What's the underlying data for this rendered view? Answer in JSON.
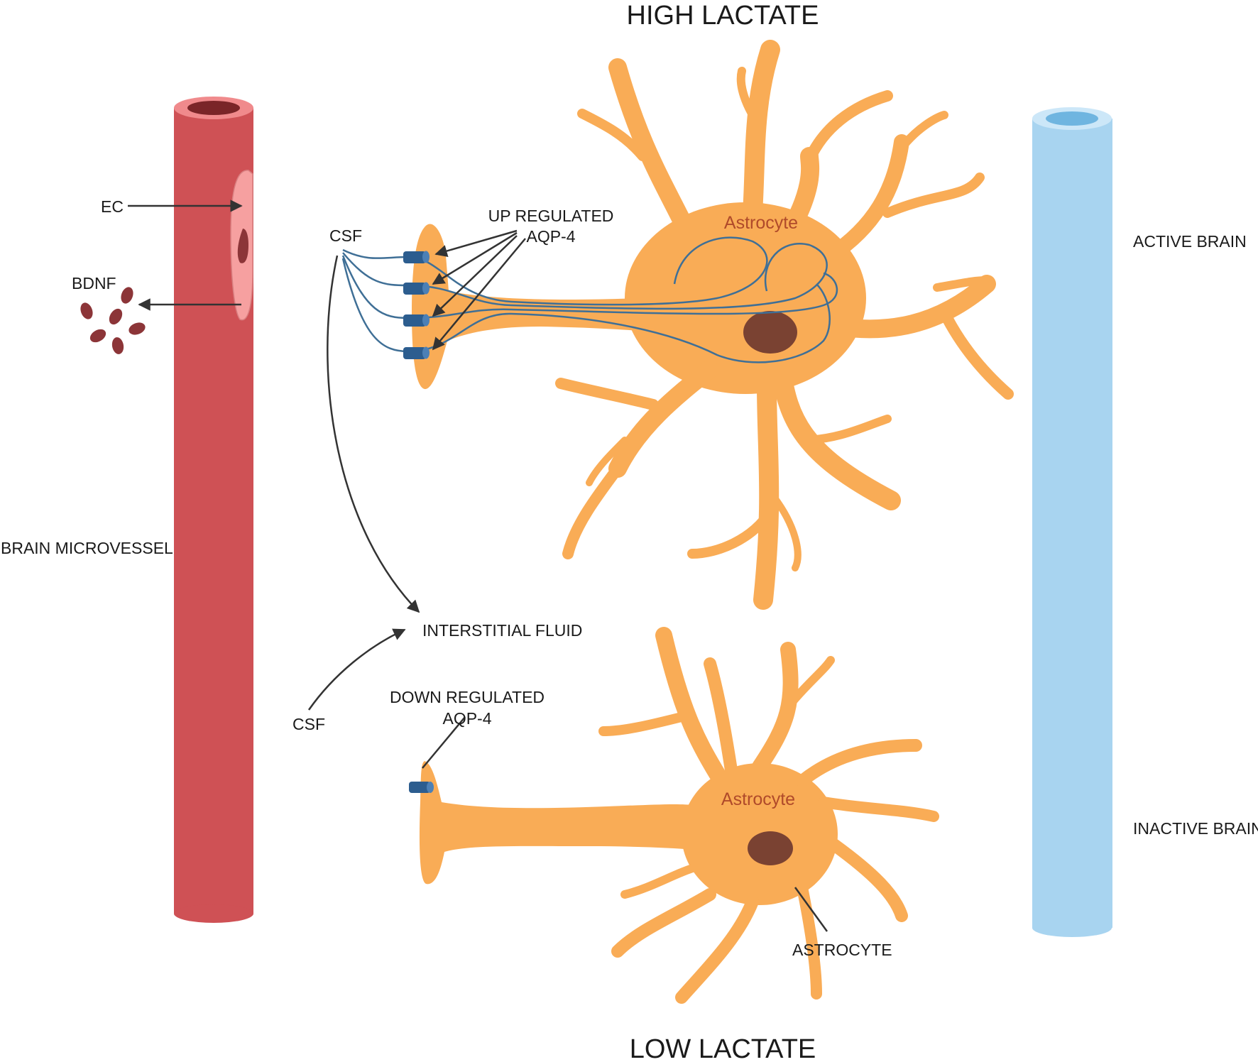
{
  "headings": {
    "top": "HIGH LACTATE",
    "bottom": "LOW LACTATE"
  },
  "labels": {
    "ec": "EC",
    "bdnf": "BDNF",
    "brain_microvessel": "BRAIN MICROVESSEL",
    "csf_top": "CSF",
    "csf_bottom": "CSF",
    "up_regulated_line1": "UP REGULATED",
    "up_regulated_line2": "AQP-4",
    "down_regulated_line1": "DOWN REGULATED",
    "down_regulated_line2": "AQP-4",
    "interstitial_fluid": "INTERSTITIAL FLUID",
    "astrocyte_top": "Astrocyte",
    "astrocyte_bottom": "Astrocyte",
    "astrocyte_caps": "ASTROCYTE",
    "active_brain": "ACTIVE BRAIN",
    "inactive_brain": "INACTIVE BRAIN"
  },
  "colors": {
    "microvessel": "#cf5155",
    "microvessel_rim": "#f08a8c",
    "microvessel_inner": "#7a2528",
    "endothelial_cell": "#f6a0a0",
    "bdnf_particle": "#8c3538",
    "astrocyte": "#f9ac56",
    "nucleus": "#7a4232",
    "aqp4_channel": "#2c5d8f",
    "csf_fiber": "#3f6f96",
    "vein": "#a8d4f0",
    "vein_rim": "#cce7f8",
    "vein_inner": "#6fb5e0",
    "arrow": "#333333",
    "astrocyte_text": "#b04a2a"
  }
}
